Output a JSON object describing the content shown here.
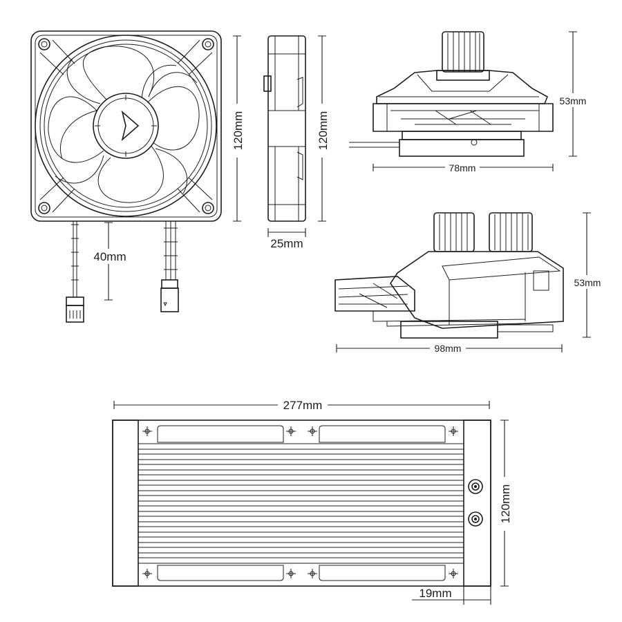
{
  "dimensions": {
    "fan_height": "120mm",
    "fan_depth": "120mm",
    "fan_thickness": "25mm",
    "cable_length": "40mm",
    "pump_side_height": "53mm",
    "pump_side_width": "78mm",
    "pump_front_height": "53mm",
    "pump_front_width": "98mm",
    "radiator_length": "277mm",
    "radiator_height": "120mm",
    "radiator_endcap": "19mm"
  }
}
